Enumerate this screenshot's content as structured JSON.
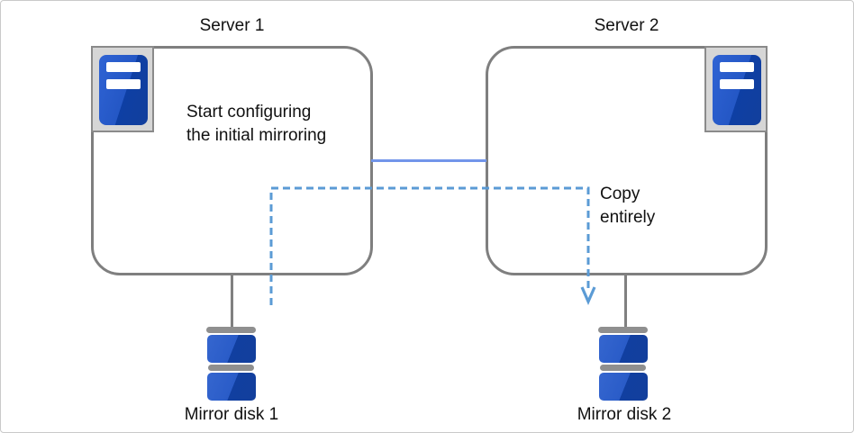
{
  "diagram": {
    "server1": {
      "title": "Server 1",
      "note": "Start configuring\nthe initial mirroring"
    },
    "server2": {
      "title": "Server 2"
    },
    "copy_annotation": "Copy\nentirely",
    "disk1": {
      "label": "Mirror disk 1"
    },
    "disk2": {
      "label": "Mirror disk 2"
    },
    "icons": {
      "server": "server-icon",
      "mirror_disk": "mirror-disk-icon",
      "arrow": "arrow-down-icon"
    },
    "colors": {
      "box_border": "#7f7f7f",
      "interconnect_solid": "#7295ea",
      "copy_dashed": "#5b9bd5",
      "connector_gray": "#808080",
      "icon_frame_gray": "#d6d6d6",
      "icon_blue_light": "#2f63d4",
      "icon_blue_dark": "#0e3fa4",
      "disk_cap_gray": "#8f8f8f",
      "text": "#111111",
      "outer_border": "#c9c9c9"
    }
  }
}
